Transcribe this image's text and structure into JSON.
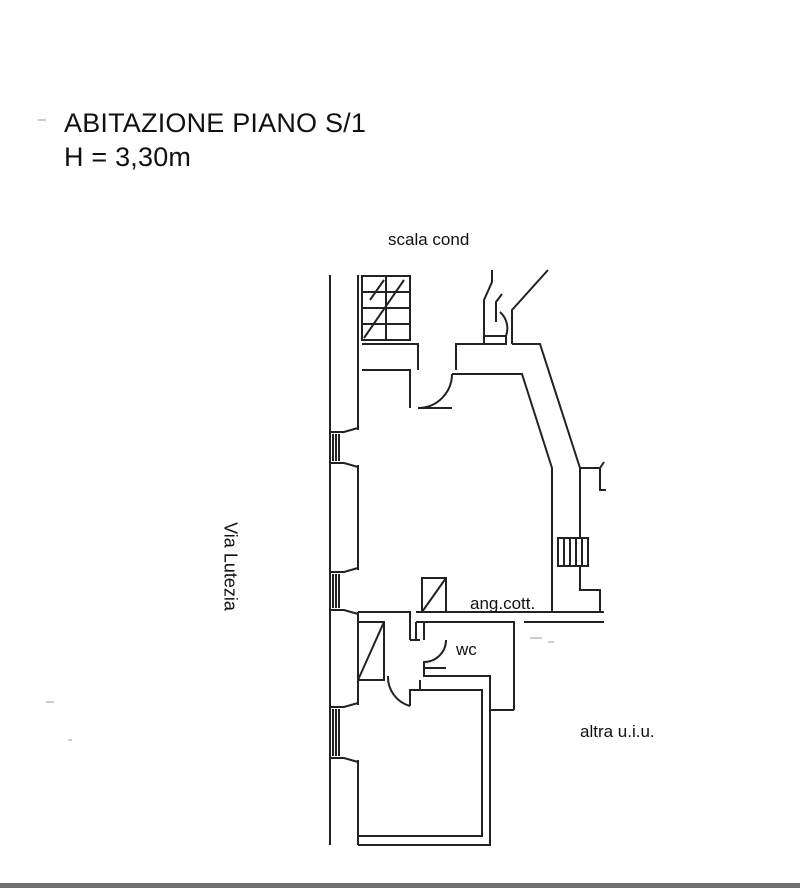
{
  "title": {
    "line1": "ABITAZIONE PIANO S/1",
    "line2": "H = 3,30m"
  },
  "labels": {
    "stair": "scala cond",
    "street": "Via Lutezia",
    "kitchenette": "ang.cott.",
    "wc": "wc",
    "other_unit": "altra u.i.u."
  }
}
